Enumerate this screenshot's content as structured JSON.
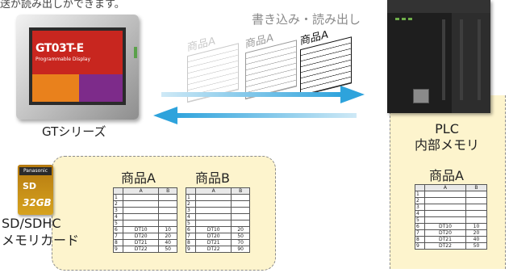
{
  "header": {
    "caption_fragment": "送が読み出しができます。",
    "rw_label": "書き込み・読み出し"
  },
  "gt_device": {
    "model": "GT03T-E",
    "subtitle": "Programmable Display",
    "caption": "GTシリーズ"
  },
  "plc_device": {
    "caption_line1": "PLC",
    "caption_line2": "内部メモリ"
  },
  "sd_card": {
    "brand": "Panasonic",
    "logo": "SD",
    "capacity": "32GB",
    "caption_line1": "SD/SDHC",
    "caption_line2": "メモリカード"
  },
  "transfer_tables": [
    {
      "label": "商品A",
      "style": "faint"
    },
    {
      "label": "商品A",
      "style": "light"
    },
    {
      "label": "商品A",
      "style": "dark"
    }
  ],
  "tables": {
    "sd_a": {
      "title": "商品A",
      "columns": [
        "",
        "A",
        "B"
      ],
      "rows": [
        [
          "1",
          "",
          ""
        ],
        [
          "2",
          "",
          ""
        ],
        [
          "3",
          "",
          ""
        ],
        [
          "4",
          "",
          ""
        ],
        [
          "5",
          "",
          ""
        ],
        [
          "6",
          "DT10",
          "10"
        ],
        [
          "7",
          "DT20",
          "20"
        ],
        [
          "8",
          "DT21",
          "40"
        ],
        [
          "9",
          "DT22",
          "50"
        ]
      ]
    },
    "sd_b": {
      "title": "商品B",
      "columns": [
        "",
        "A",
        "B"
      ],
      "rows": [
        [
          "1",
          "",
          ""
        ],
        [
          "2",
          "",
          ""
        ],
        [
          "3",
          "",
          ""
        ],
        [
          "4",
          "",
          ""
        ],
        [
          "5",
          "",
          ""
        ],
        [
          "6",
          "DT10",
          "20"
        ],
        [
          "7",
          "DT20",
          "50"
        ],
        [
          "8",
          "DT21",
          "70"
        ],
        [
          "9",
          "DT22",
          "90"
        ]
      ]
    },
    "plc_a": {
      "title": "商品A",
      "columns": [
        "",
        "A",
        "B"
      ],
      "rows": [
        [
          "1",
          "",
          ""
        ],
        [
          "2",
          "",
          ""
        ],
        [
          "3",
          "",
          ""
        ],
        [
          "4",
          "",
          ""
        ],
        [
          "5",
          "",
          ""
        ],
        [
          "6",
          "DT10",
          "10"
        ],
        [
          "7",
          "DT20",
          "20"
        ],
        [
          "8",
          "DT21",
          "40"
        ],
        [
          "9",
          "DT22",
          "50"
        ]
      ]
    }
  },
  "colors": {
    "arrow": "#2ea3dc",
    "area_fill": "#fdf4cd"
  }
}
